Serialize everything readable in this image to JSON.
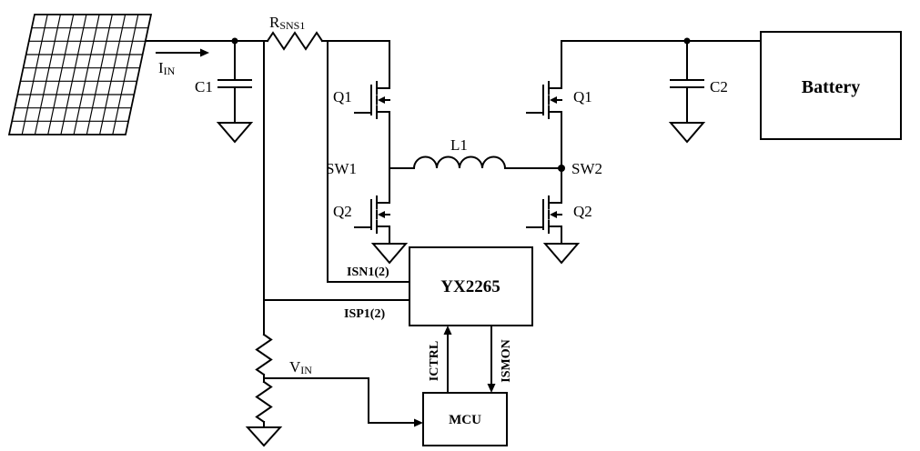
{
  "diagram": {
    "type": "circuit-schematic",
    "description": "Solar input MPPT buck-boost battery charger application circuit with YX2265 controller and MCU",
    "colors": {
      "stroke": "#000000",
      "background": "#ffffff"
    },
    "labels": {
      "rsns1_main": "R",
      "rsns1_sub": "SNS1",
      "iin_main": "I",
      "iin_sub": "IN",
      "c1": "C1",
      "q1_left": "Q1",
      "sw1": "SW1",
      "q2_left": "Q2",
      "l1": "L1",
      "q1_right": "Q1",
      "sw2": "SW2",
      "q2_right": "Q2",
      "c2": "C2",
      "battery": "Battery",
      "ic": "YX2265",
      "isn": "ISN1(2)",
      "isp": "ISP1(2)",
      "vin_main": "V",
      "vin_sub": "IN",
      "mcu": "MCU",
      "ictrl": "ICTRL",
      "ismon": "ISMON"
    }
  }
}
